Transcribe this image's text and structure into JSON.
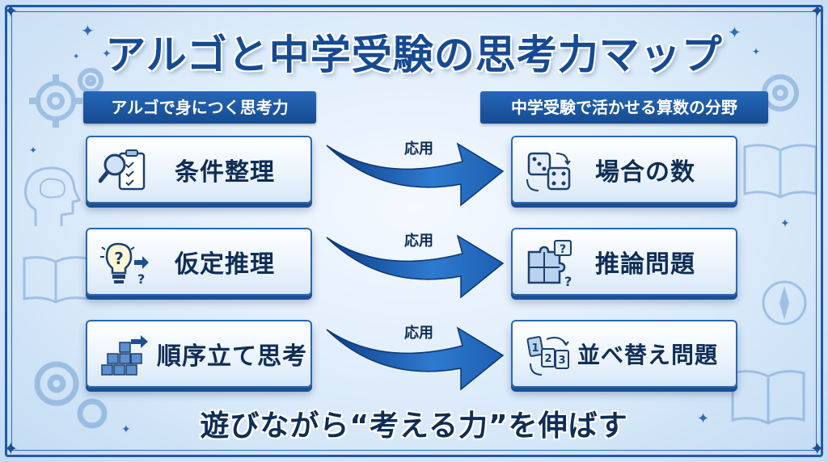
{
  "title": "アルゴと中学受験の思考力マップ",
  "left_header": "アルゴで身につく思考力",
  "right_header": "中学受験で活かせる算数の分野",
  "rows": [
    {
      "skill": "条件整理",
      "skill_icon": "clipboard-magnifier-icon",
      "arrow_label": "応用",
      "field": "場合の数",
      "field_icon": "dice-icon"
    },
    {
      "skill": "仮定推理",
      "skill_icon": "lightbulb-question-icon",
      "arrow_label": "応用",
      "field": "推論問題",
      "field_icon": "puzzle-icon"
    },
    {
      "skill": "順序立て思考",
      "skill_icon": "stacked-blocks-icon",
      "arrow_label": "応用",
      "field": "並べ替え問題",
      "field_icon": "number-cards-icon"
    }
  ],
  "slogan": "遊びながら“考える力”を伸ばす",
  "colors": {
    "primary": "#164a92",
    "text": "#0f2d55",
    "background": "#dcebfa"
  }
}
